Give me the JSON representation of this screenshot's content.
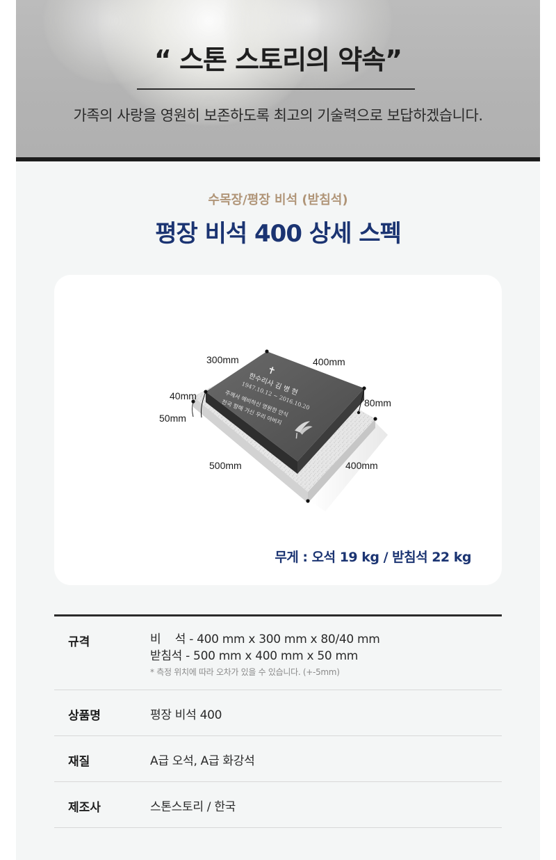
{
  "banner": {
    "title": "“ 스톤 스토리의 약속”",
    "subtitle": "가족의 사랑을 영원히 보존하도록 최고의 기술력으로 보답하겠습니다."
  },
  "product": {
    "category": "수목장/평장 비석 (받침석)",
    "title": "평장 비석 400 상세 스펙"
  },
  "diagram": {
    "dimensions": {
      "top_left": "300mm",
      "top_right": "400mm",
      "left_upper": "40mm",
      "left_lower": "50mm",
      "right": "80mm",
      "bottom_left": "500mm",
      "bottom_right": "400mm"
    },
    "engraving": {
      "cross": "✝",
      "name_line": "한수리사 김 병 현",
      "date_line": "1947.10.12 ~ 2016.10.20",
      "verse_line_1": "주께서 예비하신 영원한 안식",
      "verse_line_2": "천국 향해 가신 우리 아버지"
    },
    "colors": {
      "stone_top": "#5a5a5a",
      "stone_side": "#3a3a3a",
      "base": "#e4e4e4"
    }
  },
  "weight_text": "무게 : 오석 19 kg / 받침석 22 kg",
  "spec": {
    "rows": [
      {
        "label": "규격",
        "lines": [
          "비    석 - 400 mm x 300 mm x 80/40 mm",
          "받침석 - 500 mm x 400 mm x 50 mm"
        ],
        "note": "* 측정 위치에 따라 오차가 있을 수 있습니다. (+-5mm)"
      },
      {
        "label": "상품명",
        "value": "평장 비석 400"
      },
      {
        "label": "재질",
        "value": "A급 오석, A급 화강석"
      },
      {
        "label": "제조사",
        "value": "스톤스토리 / 한국"
      }
    ]
  }
}
